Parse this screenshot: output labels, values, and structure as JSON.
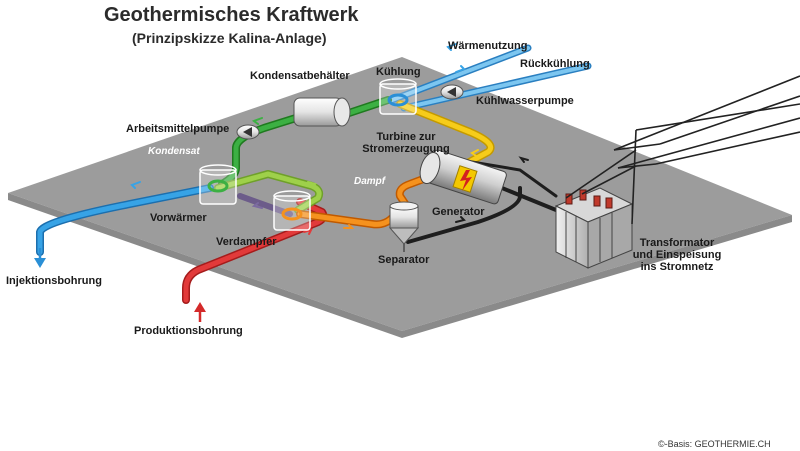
{
  "title": "Geothermisches Kraftwerk",
  "subtitle": "(Prinzipskizze Kalina-Anlage)",
  "labels": {
    "waermenutzung": "Wärmenutzung",
    "rueckkuehlung": "Rückkühlung",
    "kondensatbehaelter": "Kondensatbehälter",
    "kuehlung": "Kühlung",
    "kuehlwasserpumpe": "Kühlwasserpumpe",
    "arbeitsmittelpumpe": "Arbeitsmittelpumpe",
    "turbine_line1": "Turbine zur",
    "turbine_line2": "Stromerzeugung",
    "kondensat": "Kondensat",
    "dampf": "Dampf",
    "vorwaermer": "Vorwärmer",
    "generator": "Generator",
    "verdampfer": "Verdampfer",
    "separator": "Separator",
    "transformator_line1": "Transformator",
    "transformator_line2": "und Einspeisung",
    "transformator_line3": "ins Stromnetz",
    "injektionsbohrung": "Injektionsbohrung",
    "produktionsbohrung": "Produktionsbohrung"
  },
  "credit": "©-Basis: GEOTHERMIE.CH",
  "colors": {
    "plate": "#9a9a9a",
    "hot_water": "#d42a2a",
    "cold_water": "#2a8fd6",
    "working_fluid_condensate": "#3aa23a",
    "working_fluid_liquid": "#8cc63f",
    "working_fluid_vapor": "#f08a1d",
    "turbine_steam": "#f2c500",
    "power_line": "#222222"
  }
}
